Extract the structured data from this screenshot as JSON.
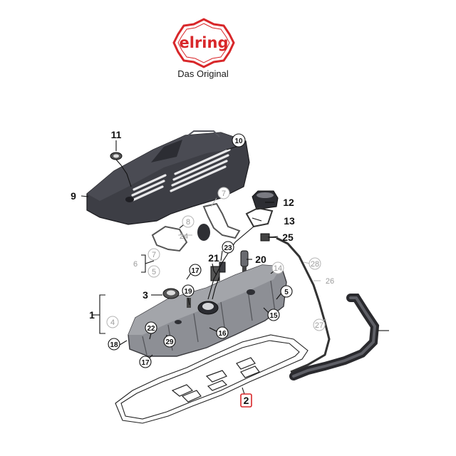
{
  "brand": {
    "logo_text": "elring",
    "tagline": "Das Original",
    "color": "#d8272a"
  },
  "colors": {
    "cover": "#3d3e45",
    "valve_cover": "#8d8f95",
    "callout_grey": "#9b9b9b"
  },
  "callouts": {
    "c1": "1",
    "c2": "2",
    "c3": "3",
    "c4": "4",
    "c5": "5",
    "c6": "6",
    "c7a": "7",
    "c7b": "7",
    "c8": "8",
    "c9": "9",
    "c10": "10",
    "c11": "11",
    "c12": "12",
    "c13": "13",
    "c14": "14",
    "c15": "15",
    "c16": "16",
    "c17a": "17",
    "c17b": "17",
    "c18": "18",
    "c19": "19",
    "c20": "20",
    "c21": "21",
    "c22": "22",
    "c23": "23",
    "c24": "24",
    "c25": "25",
    "c26": "26",
    "c27": "27",
    "c28": "28",
    "c29": "29"
  }
}
